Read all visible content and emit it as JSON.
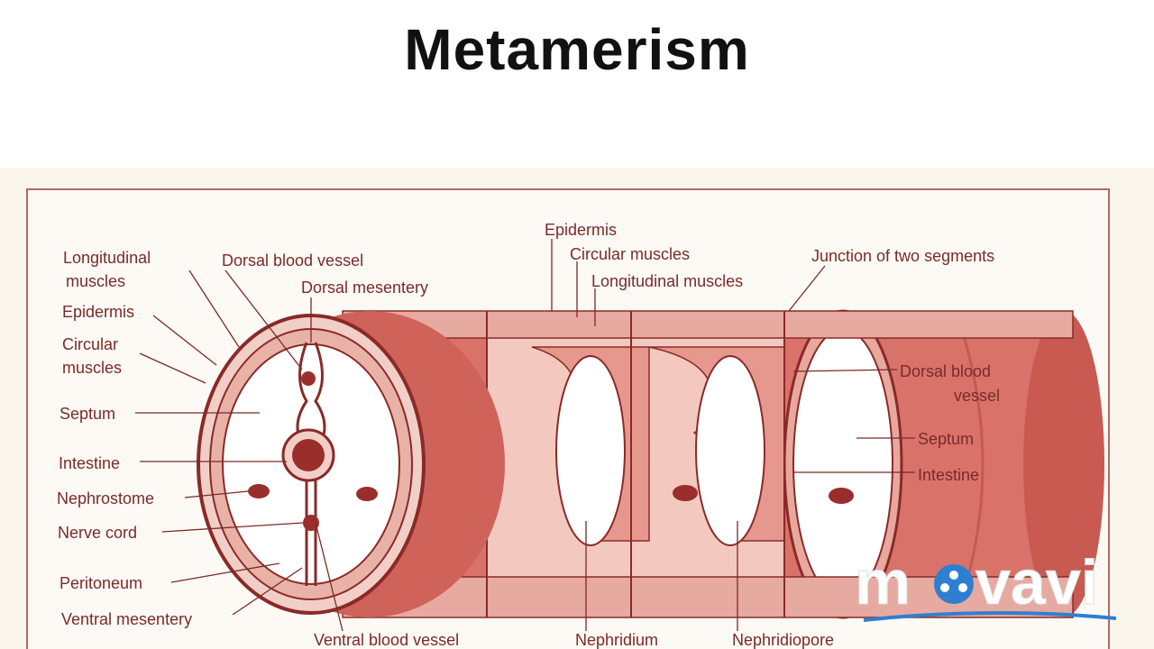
{
  "title": "Metamerism",
  "labels": {
    "longitudinal_muscles_1": "Longitudinal",
    "longitudinal_muscles_2": "muscles",
    "epidermis_left": "Epidermis",
    "circular_muscles_1": "Circular",
    "circular_muscles_2": "muscles",
    "septum_left": "Septum",
    "intestine_left": "Intestine",
    "nephrostome": "Nephrostome",
    "nerve_cord": "Nerve cord",
    "peritoneum": "Peritoneum",
    "ventral_mesentery": "Ventral mesentery",
    "dorsal_blood_vessel_top": "Dorsal blood vessel",
    "dorsal_mesentery": "Dorsal mesentery",
    "ventral_blood_vessel": "Ventral blood vessel",
    "epidermis_top": "Epidermis",
    "circular_muscles_top": "Circular muscles",
    "longitudinal_muscles_top": "Longitudinal muscles",
    "junction": "Junction of two segments",
    "dorsal_blood_vessel_right_1": "Dorsal blood",
    "dorsal_blood_vessel_right_2": "vessel",
    "septum_right": "Septum",
    "intestine_right": "Intestine",
    "nephridium": "Nephridium",
    "nephridiopore": "Nephridiopore"
  },
  "watermark": {
    "text": "movavi",
    "icon": "film-reel-icon"
  },
  "colors": {
    "body_fill": "#d9736a",
    "body_dark": "#b84a44",
    "light_fill": "#f3c9bf",
    "line": "#8a2a28",
    "background_band": "#fbf6ec"
  }
}
